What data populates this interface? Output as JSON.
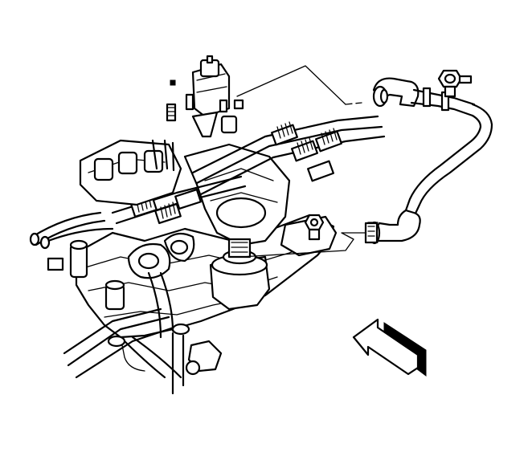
{
  "diagram": {
    "colors": {
      "line": "#000000",
      "background": "#ffffff"
    },
    "parts": [
      "intake-manifold-assembly",
      "vacuum-hose",
      "hose-clamp",
      "connector-plug",
      "bolt",
      "cylinder-head",
      "direction-arrow"
    ]
  }
}
